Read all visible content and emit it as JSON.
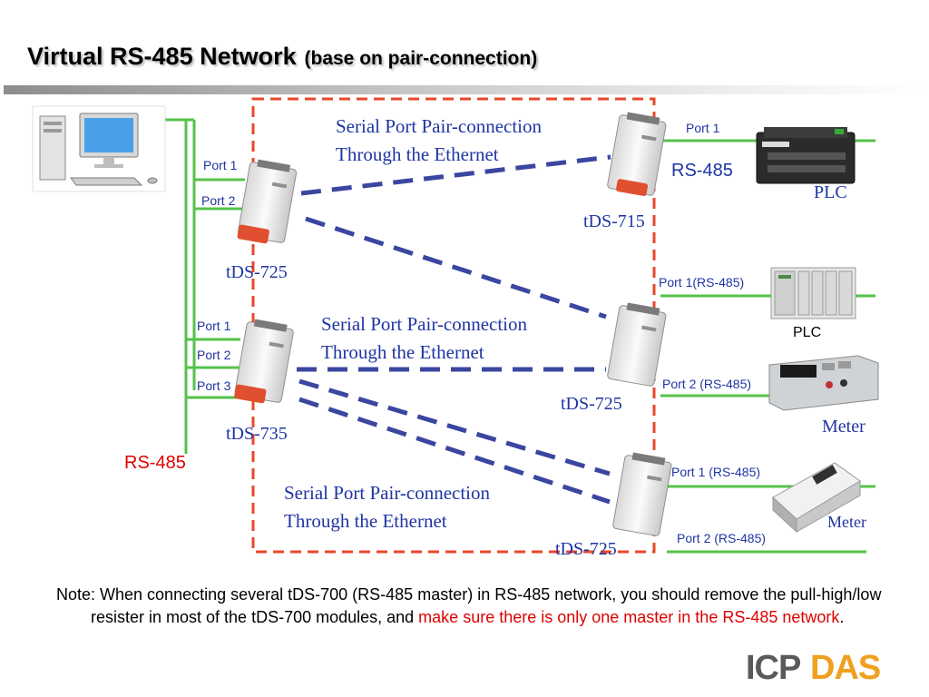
{
  "title": {
    "main": "Virtual RS-485 Network",
    "sub": "(base on pair-connection)"
  },
  "pair_connection_labels": [
    {
      "line1": "Serial Port Pair-connection",
      "line2": "Through the Ethernet"
    },
    {
      "line1": "Serial Port Pair-connection",
      "line2": "Through the Ethernet"
    },
    {
      "line1": "Serial Port Pair-connection",
      "line2": "Through the Ethernet"
    }
  ],
  "left_devices": [
    {
      "model": "tDS-725",
      "ports": [
        "Port 1",
        "Port 2"
      ]
    },
    {
      "model": "tDS-735",
      "ports": [
        "Port 1",
        "Port 2",
        "Port 3"
      ]
    }
  ],
  "right_devices": [
    {
      "model": "tDS-715",
      "ports": [
        "Port 1"
      ],
      "bus_label": "RS-485",
      "equipment": [
        "PLC"
      ]
    },
    {
      "model": "tDS-725",
      "ports": [
        "Port 1(RS-485)",
        "Port 2 (RS-485)"
      ],
      "equipment": [
        "PLC",
        "Meter"
      ]
    },
    {
      "model": "tDS-725",
      "ports": [
        "Port 1 (RS-485)",
        "Port 2 (RS-485)"
      ],
      "equipment": [
        "Meter"
      ]
    }
  ],
  "left_bus_label": "RS-485",
  "note": {
    "prefix": "Note: When connecting several tDS-700 (RS-485 master) in RS-485 network, you should remove the pull-high/low resister in most of the tDS-700 modules, and ",
    "highlight": "make sure there is only one master in the RS-485 network",
    "suffix": "."
  },
  "logo": {
    "text": "ICPDAS"
  },
  "colors": {
    "bus_line": "#55c24a",
    "virtual_link": "#3a46a0",
    "ethernet_box": "#e8472a",
    "accent_red": "#e00000",
    "label_blue": "#1f35a3"
  },
  "icons": [
    "desktop-computer-icon",
    "tds-module-icon",
    "plc-icon",
    "meter-icon",
    "energy-meter-icon"
  ]
}
